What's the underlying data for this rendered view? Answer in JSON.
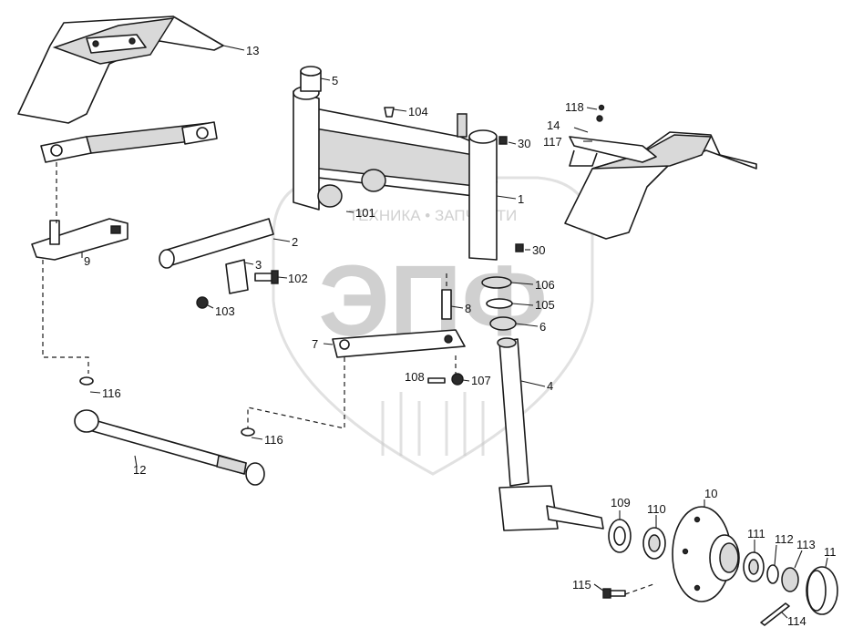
{
  "watermark": {
    "caption": "ТЕХНИКА • ЗАПЧАСТИ",
    "monogram": "ЭПФ"
  },
  "callouts": {
    "p1": "1",
    "p2": "2",
    "p3": "3",
    "p4": "4",
    "p5": "5",
    "p6": "6",
    "p7": "7",
    "p8": "8",
    "p9": "9",
    "p10": "10",
    "p11": "11",
    "p12": "12",
    "p13": "13",
    "p14": "14",
    "p30a": "30",
    "p30b": "30",
    "p101": "101",
    "p102": "102",
    "p103": "103",
    "p104": "104",
    "p105": "105",
    "p106": "106",
    "p107": "107",
    "p108": "108",
    "p109": "109",
    "p110": "110",
    "p111": "111",
    "p112": "112",
    "p113": "113",
    "p114": "114",
    "p115": "115",
    "p116a": "116",
    "p116b": "116",
    "p117": "117",
    "p118": "118"
  }
}
